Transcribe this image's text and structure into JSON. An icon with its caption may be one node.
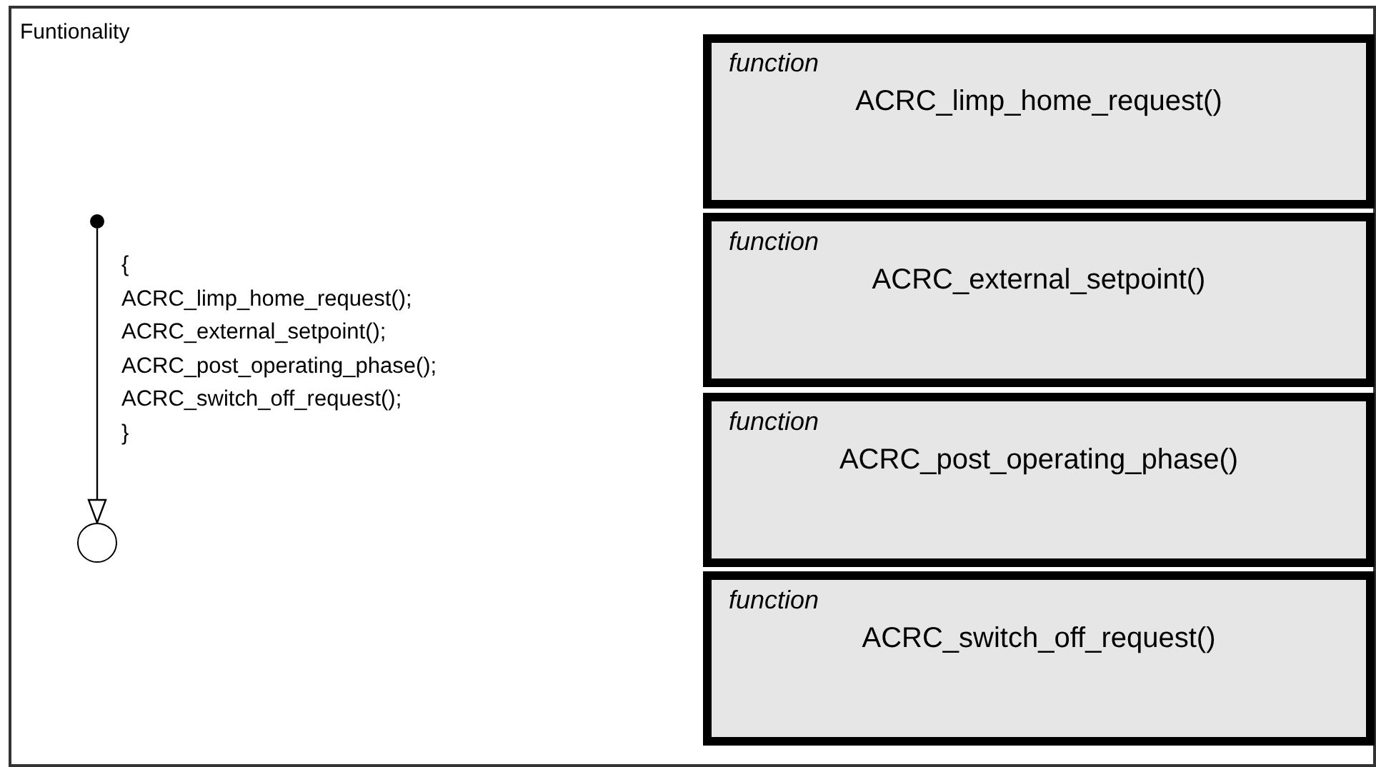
{
  "diagram": {
    "nodes": [
      {
        "text": [
          "Funtionality"
        ]
      },
      {
        "text": [],
        "shape": "dot",
        "in": 0
      },
      {
        "text": [],
        "shape": "circle",
        "in": 0
      },
      {
        "text": [
          "function",
          "ACRC_limp_home_request()"
        ],
        "in": 0
      },
      {
        "text": [
          "function",
          "ACRC_external_setpoint()"
        ],
        "in": 0
      },
      {
        "text": [
          "function",
          "ACRC_post_operating_phase()"
        ],
        "in": 0
      },
      {
        "text": [
          "function",
          "ACRC_switch_off_request()"
        ],
        "in": 0
      }
    ],
    "edges": [
      {
        "from": 1,
        "to": 2,
        "arrow": "to",
        "label": "{ ACRC_limp_home_request(); ACRC_external_setpoint(); ACRC_post_operating_phase(); ACRC_switch_off_request(); }"
      }
    ]
  }
}
